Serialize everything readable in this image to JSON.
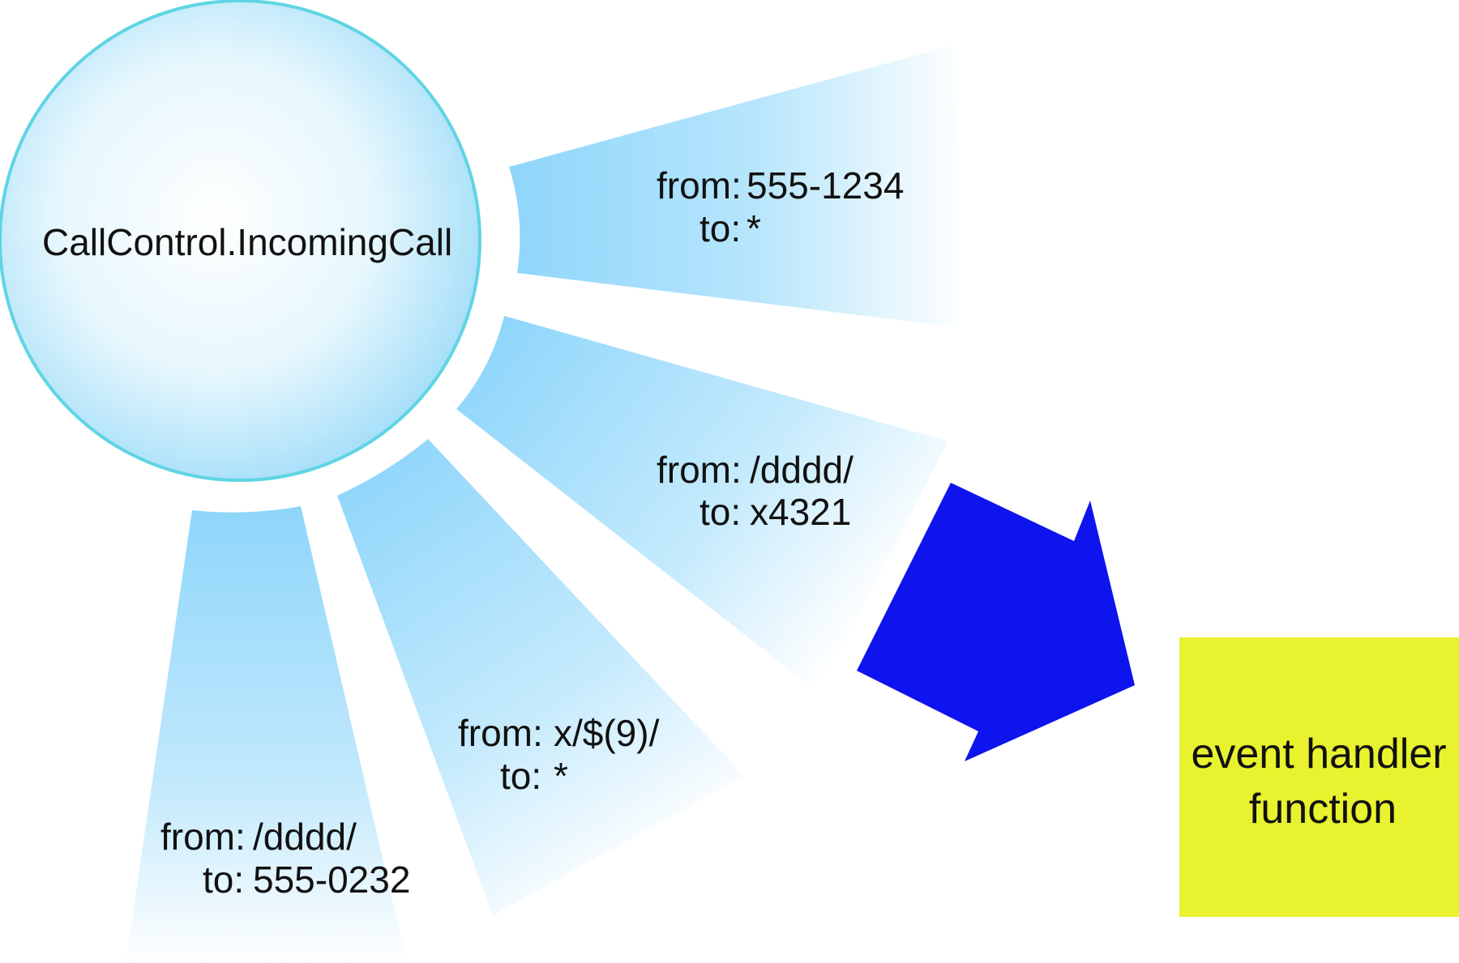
{
  "event_source": {
    "label": "CallControl.IncomingCall"
  },
  "rules": [
    {
      "from_prefix": "from:",
      "from_value": "555-1234",
      "to_prefix": "to:",
      "to_value": "*"
    },
    {
      "from_prefix": "from:",
      "from_value": "/dddd/",
      "to_prefix": "to:",
      "to_value": "x4321"
    },
    {
      "from_prefix": "from:",
      "from_value": "x/$(9)/",
      "to_prefix": "to:",
      "to_value": "*"
    },
    {
      "from_prefix": "from:",
      "from_value": "/dddd/",
      "to_prefix": "to:",
      "to_value": "555-0232"
    }
  ],
  "handler": {
    "line1": "event handler",
    "line2": "function"
  },
  "colors": {
    "circle_fill": "#c8ecfb",
    "circle_stroke": "#5fd4e4",
    "ray_fill": "#8fd7fb",
    "arrow_fill": "#0d14ee",
    "handler_fill": "#e8f22e"
  }
}
